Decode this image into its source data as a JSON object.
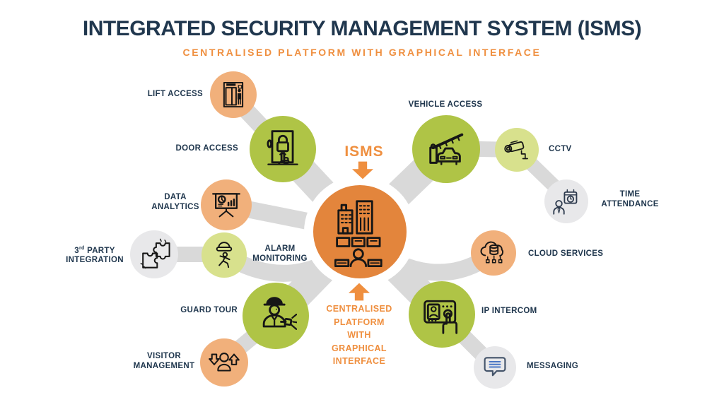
{
  "title": "INTEGRATED SECURITY MANAGEMENT SYSTEM (ISMS)",
  "subtitle": "CENTRALISED PLATFORM WITH GRAPHICAL INTERFACE",
  "center": {
    "label": "ISMS",
    "icon": "building-control-center-icon",
    "arrow_top": "arrow-down-icon",
    "arrow_bottom": "arrow-up-icon",
    "caption_lines": [
      "CENTRALISED",
      "PLATFORM",
      "WITH",
      "GRAPHICAL",
      "INTERFACE"
    ]
  },
  "colors": {
    "navy": "#20374E",
    "orange": "#EF8F3F",
    "center_orange": "#E3853C",
    "peach": "#F1B07B",
    "green": "#AFC446",
    "lime": "#D8E18D",
    "gray_circle": "#E8E8EA",
    "connector": "#D9D9D9",
    "icon_stroke": "#161616",
    "bubble_navy": "#44546A",
    "bubble_blue": "#4472C4"
  },
  "nodes": [
    {
      "id": "lift-access",
      "label": "LIFT ACCESS",
      "icon": "elevator-icon",
      "color": "peach"
    },
    {
      "id": "door-access",
      "label": "DOOR ACCESS",
      "icon": "door-lock-icon",
      "color": "green"
    },
    {
      "id": "data-analytics",
      "label": "DATA ANALYTICS",
      "icon": "presentation-chart-icon",
      "color": "peach"
    },
    {
      "id": "third-party-integration",
      "label": "3rd PARTY INTEGRATION",
      "label_num": "3",
      "label_sup": "rd",
      "label_rest": " PARTY INTEGRATION",
      "icon": "puzzle-icon",
      "color": "gray"
    },
    {
      "id": "alarm-monitoring",
      "label": "ALARM MONITORING",
      "icon": "siren-runner-icon",
      "color": "lime"
    },
    {
      "id": "guard-tour",
      "label": "GUARD TOUR",
      "icon": "security-guard-icon",
      "color": "green"
    },
    {
      "id": "visitor-management",
      "label": "VISITOR MANAGEMENT",
      "icon": "visitor-arrows-icon",
      "color": "peach"
    },
    {
      "id": "vehicle-access",
      "label": "VEHICLE ACCESS",
      "icon": "car-barrier-icon",
      "color": "green"
    },
    {
      "id": "cctv",
      "label": "CCTV",
      "icon": "cctv-camera-icon",
      "color": "lime"
    },
    {
      "id": "time-attendance",
      "label": "TIME ATTENDANCE",
      "icon": "person-calendar-icon",
      "color": "gray"
    },
    {
      "id": "cloud-services",
      "label": "CLOUD SERVICES",
      "icon": "cloud-database-icon",
      "color": "peach"
    },
    {
      "id": "ip-intercom",
      "label": "IP INTERCOM",
      "icon": "intercom-panel-icon",
      "color": "green"
    },
    {
      "id": "messaging",
      "label": "MESSAGING",
      "icon": "chat-bubble-icon",
      "color": "gray"
    }
  ]
}
